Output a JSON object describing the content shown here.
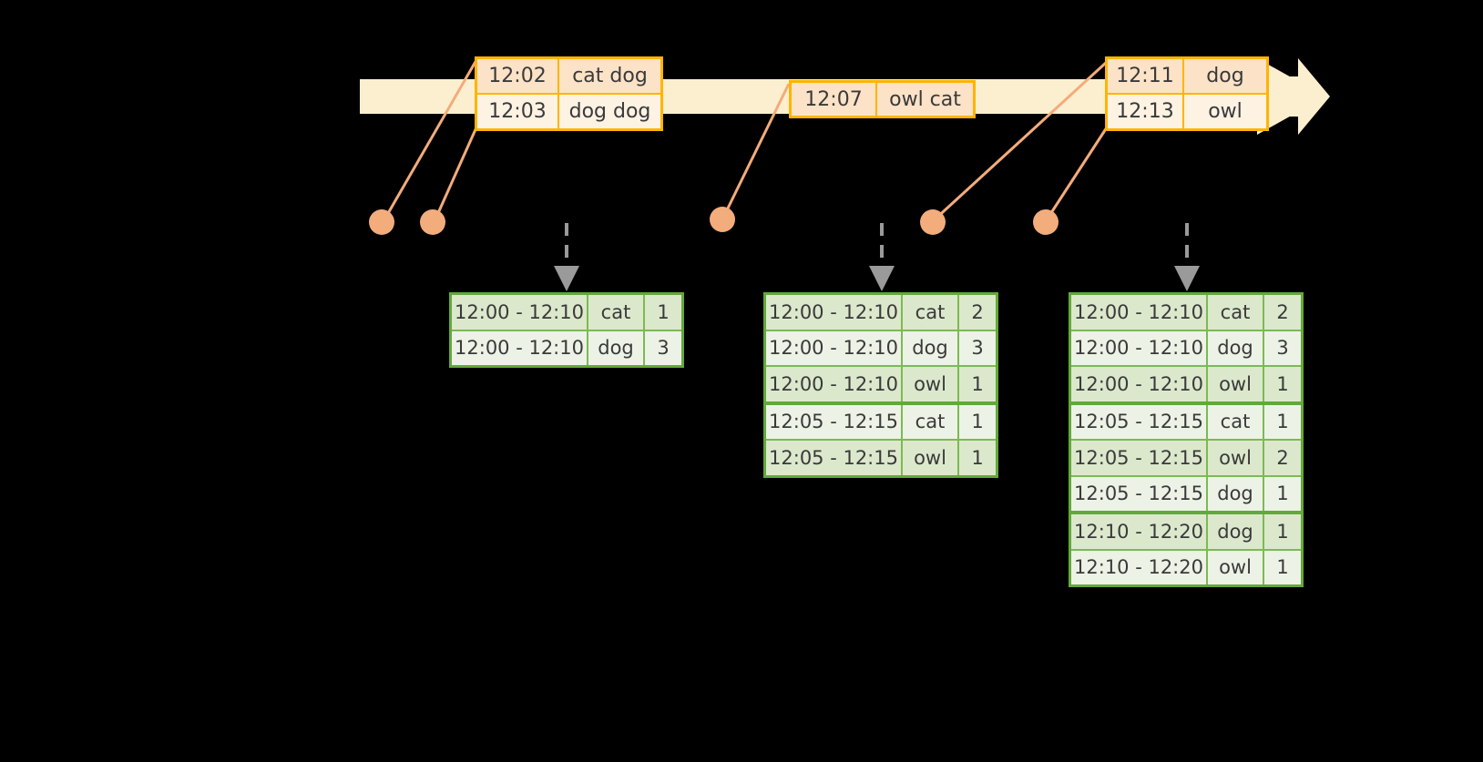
{
  "colors": {
    "background": "#000000",
    "timeline_fill": "#FCEFCF",
    "event_border": "#FFB400",
    "event_fill_dark": "#FCE2C6",
    "event_fill_light": "#FEF2E3",
    "table_border": "#63A83B",
    "table_fill_dark": "#DCE8CC",
    "table_fill_light": "#EDF2E6",
    "dot": "#F3AC7C",
    "connector": "#F3AC7C",
    "dashed_arrow": "#9A9A9A",
    "text": "#3A3A3A"
  },
  "timeline": {
    "name": "event-stream-timeline",
    "events": [
      {
        "group": "group-1",
        "rows": [
          {
            "time": "12:02",
            "words": "cat dog"
          },
          {
            "time": "12:03",
            "words": "dog dog"
          }
        ]
      },
      {
        "group": "group-2",
        "rows": [
          {
            "time": "12:07",
            "words": "owl cat"
          }
        ]
      },
      {
        "group": "group-3",
        "rows": [
          {
            "time": "12:11",
            "words": "dog"
          },
          {
            "time": "12:13",
            "words": "owl"
          }
        ]
      }
    ]
  },
  "dots": [
    {
      "label": "event-marker-12-02"
    },
    {
      "label": "event-marker-12-03"
    },
    {
      "label": "event-marker-12-07"
    },
    {
      "label": "event-marker-12-11"
    },
    {
      "label": "event-marker-12-13"
    }
  ],
  "tables": [
    {
      "name": "state-table-1",
      "columns": [
        "window",
        "word",
        "count"
      ],
      "rows": [
        {
          "window": "12:00 - 12:10",
          "word": "cat",
          "count": "1"
        },
        {
          "window": "12:00 - 12:10",
          "word": "dog",
          "count": "3"
        }
      ]
    },
    {
      "name": "state-table-2",
      "columns": [
        "window",
        "word",
        "count"
      ],
      "rows": [
        {
          "window": "12:00 - 12:10",
          "word": "cat",
          "count": "2"
        },
        {
          "window": "12:00 - 12:10",
          "word": "dog",
          "count": "3"
        },
        {
          "window": "12:00 - 12:10",
          "word": "owl",
          "count": "1"
        },
        {
          "window": "12:05 - 12:15",
          "word": "cat",
          "count": "1"
        },
        {
          "window": "12:05 - 12:15",
          "word": "owl",
          "count": "1"
        }
      ]
    },
    {
      "name": "state-table-3",
      "columns": [
        "window",
        "word",
        "count"
      ],
      "rows": [
        {
          "window": "12:00 - 12:10",
          "word": "cat",
          "count": "2"
        },
        {
          "window": "12:00 - 12:10",
          "word": "dog",
          "count": "3"
        },
        {
          "window": "12:00 - 12:10",
          "word": "owl",
          "count": "1"
        },
        {
          "window": "12:05 - 12:15",
          "word": "cat",
          "count": "1"
        },
        {
          "window": "12:05 - 12:15",
          "word": "owl",
          "count": "2"
        },
        {
          "window": "12:05 - 12:15",
          "word": "dog",
          "count": "1"
        },
        {
          "window": "12:10 - 12:20",
          "word": "dog",
          "count": "1"
        },
        {
          "window": "12:10 - 12:20",
          "word": "owl",
          "count": "1"
        }
      ]
    }
  ]
}
